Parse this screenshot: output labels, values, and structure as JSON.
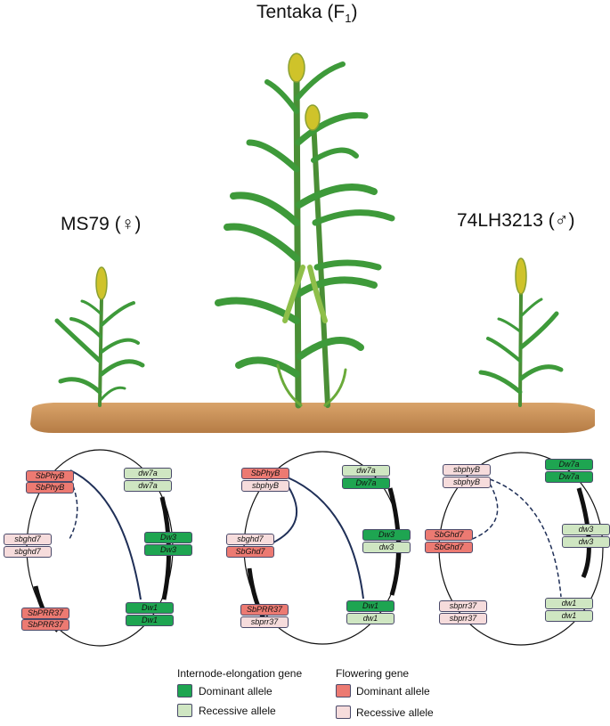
{
  "titles": {
    "f1_main": "Tentaka (F",
    "f1_sub": "1",
    "f1_close": ")",
    "female": "MS79 (♀)",
    "male": "74LH3213 (♂)"
  },
  "colors": {
    "dominant_internode": "#1ea551",
    "recessive_internode": "#cfe6c2",
    "dominant_flowering": "#ec7a72",
    "recessive_flowering": "#f6dcdc",
    "soil": "#c48c55",
    "leaf": "#3e9a3a",
    "panicle": "#cfc32a",
    "link_line": "#1f2f57"
  },
  "genotypes": {
    "ms79": {
      "phyB": [
        "SbPhyB",
        "SbPhyB"
      ],
      "ghd7": [
        "sbghd7",
        "sbghd7"
      ],
      "prr37": [
        "SbPRR37",
        "SbPRR37"
      ],
      "dw7a": [
        "dw7a",
        "dw7a"
      ],
      "dw3": [
        "Dw3",
        "Dw3"
      ],
      "dw1": [
        "Dw1",
        "Dw1"
      ]
    },
    "tentaka": {
      "phyB": [
        "SbPhyB",
        "sbphyB"
      ],
      "ghd7": [
        "sbghd7",
        "SbGhd7"
      ],
      "prr37": [
        "SbPRR37",
        "sbprr37"
      ],
      "dw7a": [
        "dw7a",
        "Dw7a"
      ],
      "dw3": [
        "Dw3",
        "dw3"
      ],
      "dw1": [
        "Dw1",
        "dw1"
      ]
    },
    "lh3213": {
      "phyB": [
        "sbphyB",
        "sbphyB"
      ],
      "ghd7": [
        "SbGhd7",
        "SbGhd7"
      ],
      "prr37": [
        "sbprr37",
        "sbprr37"
      ],
      "dw7a": [
        "Dw7a",
        "Dw7a"
      ],
      "dw3": [
        "dw3",
        "dw3"
      ],
      "dw1": [
        "dw1",
        "dw1"
      ]
    }
  },
  "legend": {
    "internode_title": "Internode-elongation gene",
    "flowering_title": "Flowering gene",
    "dominant": "Dominant allele",
    "recessive": "Recessive allele"
  }
}
